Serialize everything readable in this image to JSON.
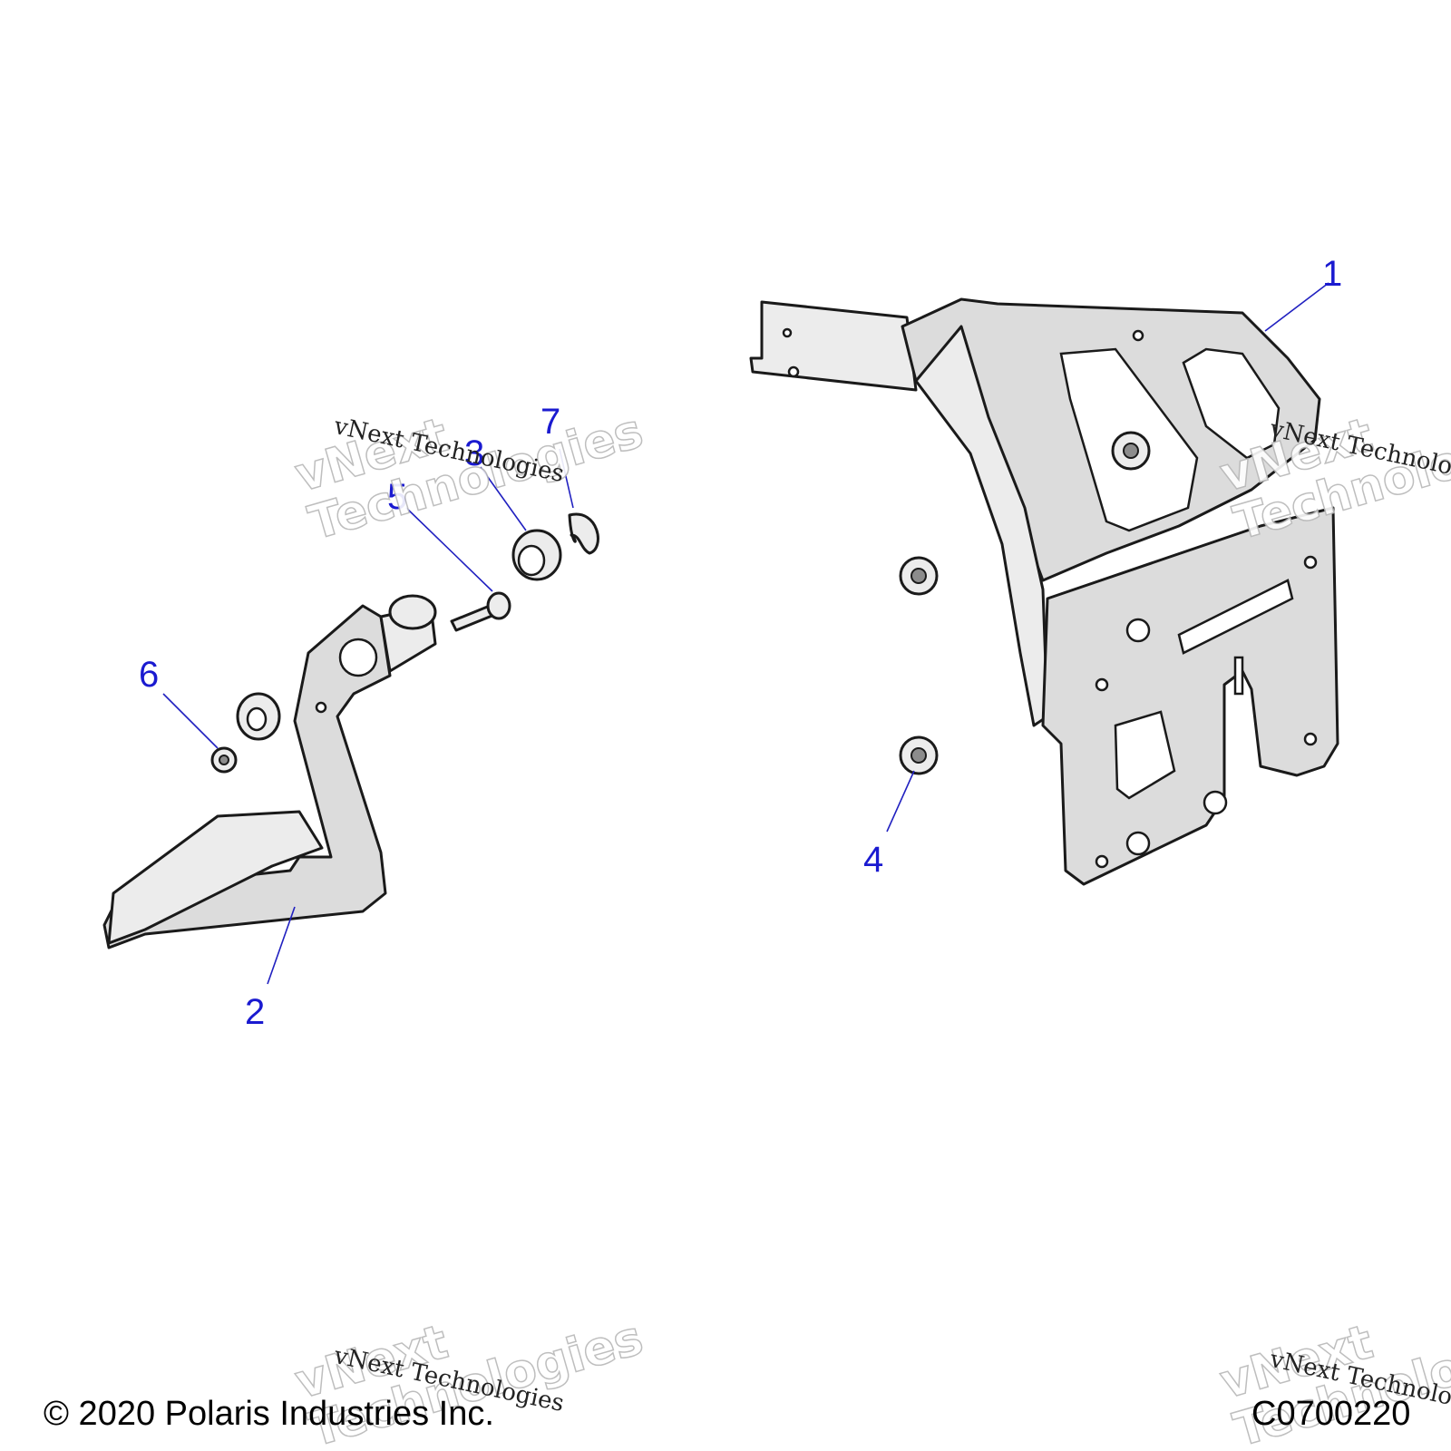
{
  "callouts": [
    {
      "id": "1",
      "label": "1"
    },
    {
      "id": "2",
      "label": "2"
    },
    {
      "id": "3",
      "label": "3"
    },
    {
      "id": "4",
      "label": "4"
    },
    {
      "id": "5",
      "label": "5"
    },
    {
      "id": "6",
      "label": "6"
    },
    {
      "id": "7",
      "label": "7"
    }
  ],
  "watermark": {
    "line_small": "vNext Technologies",
    "line_big_1": "vNext",
    "line_big_2": "Technologies"
  },
  "footer": {
    "copyright": "© 2020 Polaris Industries Inc.",
    "figure_code": "C0700220"
  },
  "colors": {
    "callout": "#1a1ad0",
    "part_fill": "#dcdcdc",
    "outline": "#1a1a1a"
  }
}
